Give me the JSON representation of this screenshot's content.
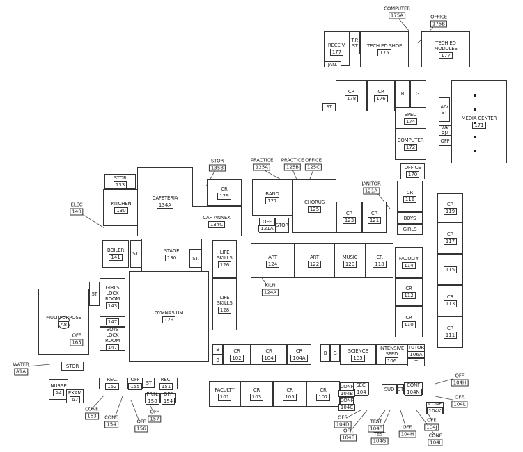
{
  "title": "School Floor Plan",
  "rooms": [
    {
      "name": "RECEIV.",
      "number": "177"
    },
    {
      "name": "T.P.\nST",
      "number": ""
    },
    {
      "name": "TECH ED SHOP",
      "number": "175"
    },
    {
      "name": "TECH ED\nMODULES",
      "number": "177"
    },
    {
      "name": "JAN.",
      "number": ""
    },
    {
      "name": "CR",
      "number": "178"
    },
    {
      "name": "CR",
      "number": "176"
    },
    {
      "name": "B",
      "number": ""
    },
    {
      "name": "G.",
      "number": ""
    },
    {
      "name": "ST",
      "number": ""
    },
    {
      "name": "SPED",
      "number": "174"
    },
    {
      "name": "COMPUTER",
      "number": "172"
    },
    {
      "name": "A/V\nST",
      "number": ""
    },
    {
      "name": "MEDIA CENTER",
      "number": "171"
    },
    {
      "name": "WK RM",
      "number": ""
    },
    {
      "name": "OFF",
      "number": ""
    },
    {
      "name": "OFFICE",
      "number": "170"
    },
    {
      "name": "STOR",
      "number": "133"
    },
    {
      "name": "KITCHEN",
      "number": "130"
    },
    {
      "name": "CAFETERIA",
      "number": "134A"
    },
    {
      "name": "CR",
      "number": "129"
    },
    {
      "name": "CAF. ANNEX",
      "number": "134C"
    },
    {
      "name": "BOILER",
      "number": "141"
    },
    {
      "name": "ST.",
      "number": ""
    },
    {
      "name": "STAGE",
      "number": "130"
    },
    {
      "name": "ST.",
      "number": ""
    },
    {
      "name": "BAND",
      "number": "127"
    },
    {
      "name": "OFF",
      "number": "121A"
    },
    {
      "name": "STOR",
      "number": ""
    },
    {
      "name": "CHORUS",
      "number": "125"
    },
    {
      "name": "CR",
      "number": "123"
    },
    {
      "name": "CR",
      "number": "121"
    },
    {
      "name": "CR",
      "number": "116"
    },
    {
      "name": "BOYS",
      "number": ""
    },
    {
      "name": "GIRLS",
      "number": ""
    },
    {
      "name": "CR",
      "number": "119"
    },
    {
      "name": "CR",
      "number": "117"
    },
    {
      "name": "",
      "number": "115"
    },
    {
      "name": "CR",
      "number": "113"
    },
    {
      "name": "CR",
      "number": "111"
    },
    {
      "name": "FACULTY",
      "number": "114"
    },
    {
      "name": "CR",
      "number": "112"
    },
    {
      "name": "CR",
      "number": "110"
    },
    {
      "name": "ART",
      "number": "124"
    },
    {
      "name": "ART",
      "number": "122"
    },
    {
      "name": "MUSIC",
      "number": "120"
    },
    {
      "name": "CR",
      "number": "118"
    },
    {
      "name": "LIFE\nSKILLS",
      "number": "126"
    },
    {
      "name": "LIFE\nSKILLS",
      "number": "128"
    },
    {
      "name": "GYMNASIUM",
      "number": "129"
    },
    {
      "name": "GIRLS\nLOCK\nROOM",
      "number": "143"
    },
    {
      "name": "",
      "number": "147"
    },
    {
      "name": "BOYS\nLOCK\nROOM",
      "number": "147"
    },
    {
      "name": "ST",
      "number": ""
    },
    {
      "name": "MULTIPURPOSE",
      "number": "A8"
    },
    {
      "name": "STOR",
      "number": ""
    },
    {
      "name": "NURSE",
      "number": "A4"
    },
    {
      "name": "EXAM",
      "number": "A2"
    },
    {
      "name": "REC.",
      "number": "152"
    },
    {
      "name": "OFF",
      "number": "155"
    },
    {
      "name": "ST",
      "number": ""
    },
    {
      "name": "REC.",
      "number": "151"
    },
    {
      "name": "PRIN.",
      "number": "158"
    },
    {
      "name": "OFF",
      "number": "154"
    },
    {
      "name": "B",
      "number": ""
    },
    {
      "name": "B",
      "number": ""
    },
    {
      "name": "CR",
      "number": "102"
    },
    {
      "name": "CR",
      "number": "104"
    },
    {
      "name": "CR",
      "number": "104A"
    },
    {
      "name": "B",
      "number": ""
    },
    {
      "name": "G",
      "number": ""
    },
    {
      "name": "SCIENCE",
      "number": "105"
    },
    {
      "name": "INTENSIVE\nSPED",
      "number": "106"
    },
    {
      "name": "TUTOR",
      "number": "106A"
    },
    {
      "name": "FACULTY",
      "number": "101"
    },
    {
      "name": "CR",
      "number": "103"
    },
    {
      "name": "CR",
      "number": "105"
    },
    {
      "name": "CR",
      "number": "107"
    },
    {
      "name": "CONF",
      "number": "104B"
    },
    {
      "name": "CONF",
      "number": "104C"
    },
    {
      "name": "SEC.",
      "number": "104"
    },
    {
      "name": "SUD",
      "number": ""
    },
    {
      "name": "ST",
      "number": ""
    },
    {
      "name": "CONF",
      "number": "104N"
    },
    {
      "name": "CONF",
      "number": "104K"
    },
    {
      "name": "T",
      "number": ""
    }
  ],
  "callouts": [
    {
      "name": "COMPUTER",
      "number": "175A"
    },
    {
      "name": "OFFICE",
      "number": "175B"
    },
    {
      "name": "STOR",
      "number": "135B"
    },
    {
      "name": "PRACTICE",
      "number": "125A"
    },
    {
      "name": "PRACTICE",
      "number": "125B"
    },
    {
      "name": "OFFICE",
      "number": "125C"
    },
    {
      "name": "JANITOR",
      "number": "121A"
    },
    {
      "name": "ELEC",
      "number": "140"
    },
    {
      "name": "KILN",
      "number": "124A"
    },
    {
      "name": "OFF",
      "number": "165"
    },
    {
      "name": "WATER",
      "number": "A1A"
    },
    {
      "name": "CONF.",
      "number": "153"
    },
    {
      "name": "CONF.",
      "number": "154"
    },
    {
      "name": "OFF",
      "number": "156"
    },
    {
      "name": "OFF",
      "number": "157"
    },
    {
      "name": "OFF.",
      "number": "104D"
    },
    {
      "name": "OFF.",
      "number": "104E"
    },
    {
      "name": "TEST",
      "number": "104F"
    },
    {
      "name": "TEST",
      "number": "104G"
    },
    {
      "name": "OFF.",
      "number": "104H"
    },
    {
      "name": "OFF.",
      "number": "104J"
    },
    {
      "name": "CONF",
      "number": "104I"
    },
    {
      "name": "OFF",
      "number": "104H"
    },
    {
      "name": "OFF.",
      "number": "104L"
    }
  ]
}
